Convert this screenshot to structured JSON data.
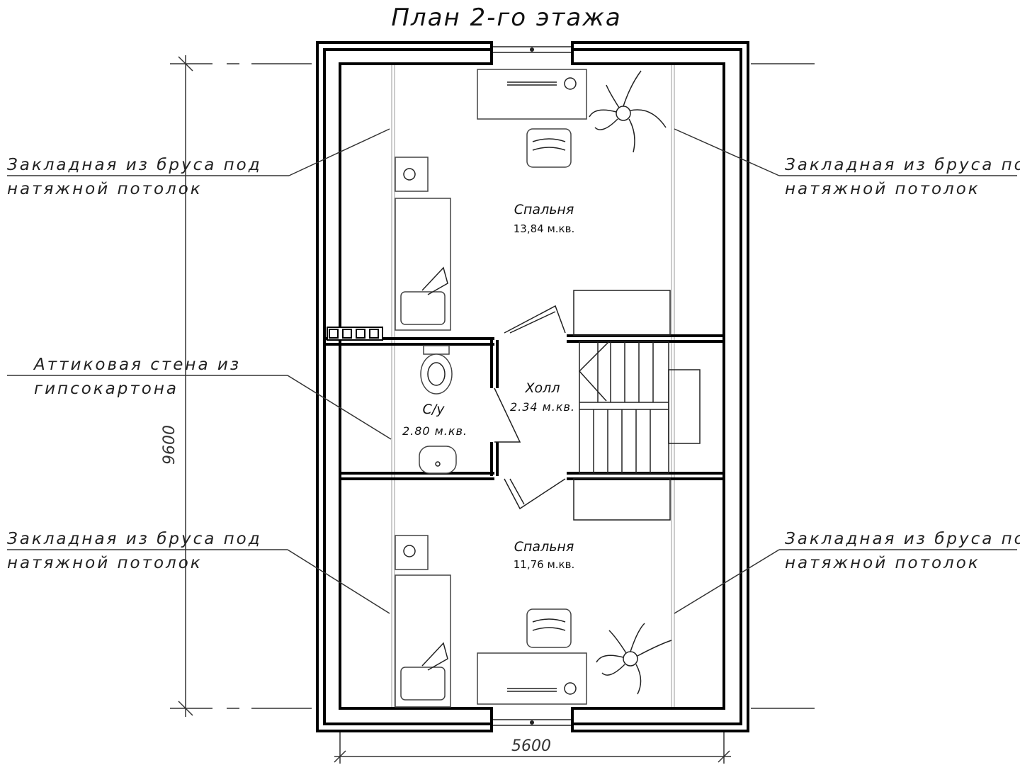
{
  "title": "План 2-го этажа",
  "rooms": {
    "bedroom_top": {
      "name": "Спальня",
      "area": "13,84 м.кв."
    },
    "bathroom": {
      "name": "С/у",
      "area": "2.80 м.кв."
    },
    "hall": {
      "name": "Холл",
      "area": "2.34 м.кв."
    },
    "bedroom_bottom": {
      "name": "Спальня",
      "area": "11,76 м.кв."
    }
  },
  "annotations": {
    "left_top": {
      "line1": "Закладная из бруса под",
      "line2": "натяжной потолок"
    },
    "left_mid": {
      "line1": "Аттиковая стена из",
      "line2": "гипсокартона"
    },
    "left_bottom": {
      "line1": "Закладная из бруса под",
      "line2": "натяжной потолок"
    },
    "right_top": {
      "line1": "Закладная из бруса под",
      "line2": "натяжной потолок"
    },
    "right_bottom": {
      "line1": "Закладная из бруса под",
      "line2": "натяжной потолок"
    }
  },
  "dimensions": {
    "height": "9600",
    "width": "5600"
  }
}
